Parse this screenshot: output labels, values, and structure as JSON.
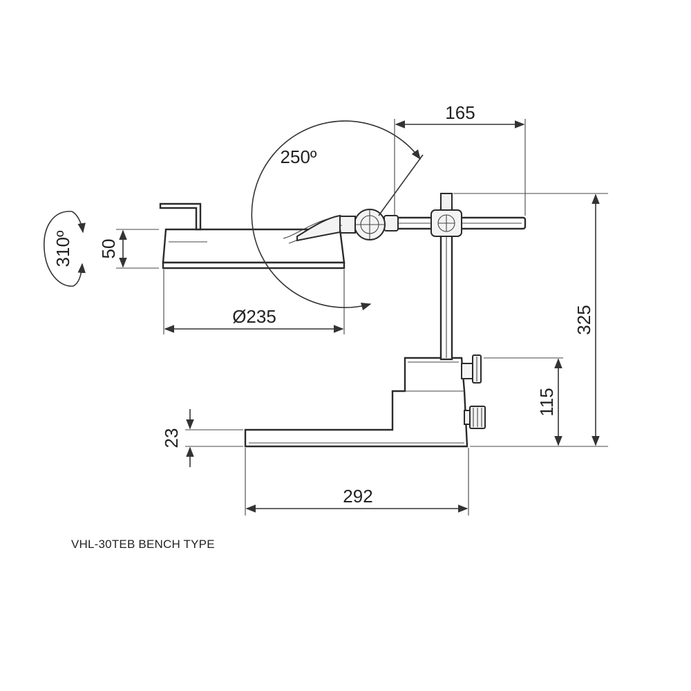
{
  "dimensions": {
    "d165": "165",
    "d250": "250º",
    "d310": "310º",
    "d50": "50",
    "d235": "Ø235",
    "d325": "325",
    "d115": "115",
    "d23": "23",
    "d292": "292"
  },
  "caption": "VHL-30TEB BENCH TYPE",
  "colors": {
    "line": "#333333",
    "background": "#ffffff"
  }
}
